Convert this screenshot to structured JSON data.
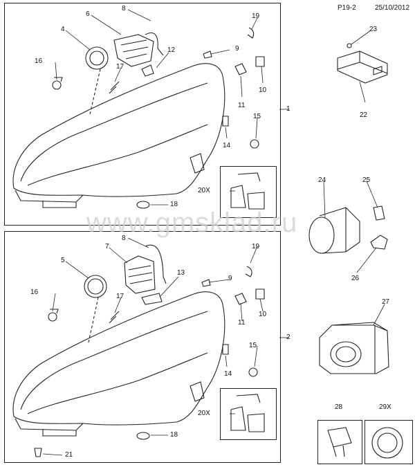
{
  "header": {
    "code": "P19-2",
    "date": "25/10/2012"
  },
  "watermark": "www.gmsklad.ru",
  "callouts": {
    "top": [
      "8",
      "6",
      "4",
      "19",
      "9",
      "12",
      "16",
      "17",
      "10",
      "11",
      "15",
      "14",
      "20X",
      "18",
      "1"
    ],
    "bottom": [
      "8",
      "5",
      "7",
      "19",
      "13",
      "9",
      "16",
      "17",
      "10",
      "11",
      "15",
      "14",
      "20X",
      "18",
      "21",
      "2"
    ],
    "right": [
      "23",
      "22",
      "24",
      "25",
      "26",
      "27",
      "28",
      "29X"
    ]
  }
}
